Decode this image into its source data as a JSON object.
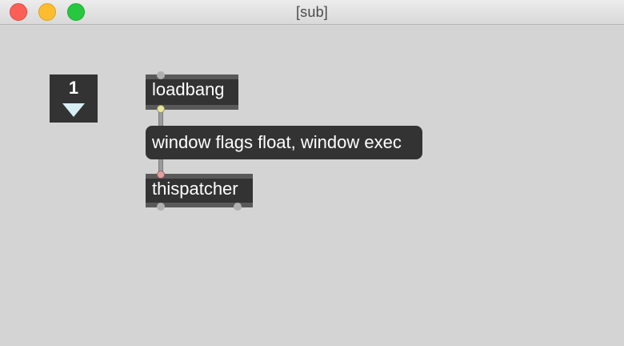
{
  "window": {
    "title": "[sub]"
  },
  "numbox": {
    "value": "1",
    "arrow_icon": "triangle-down-icon"
  },
  "objects": {
    "loadbang": "loadbang",
    "message": "window flags float, window exec",
    "thispatcher": "thispatcher"
  },
  "colors": {
    "background": "#d4d4d4",
    "object": "#333333",
    "close": "#fd5f57",
    "minimize": "#fdbd2e",
    "maximize": "#27c840",
    "outlet_bang": "#e8e7a0",
    "inlet_message": "#e0a0a0"
  }
}
